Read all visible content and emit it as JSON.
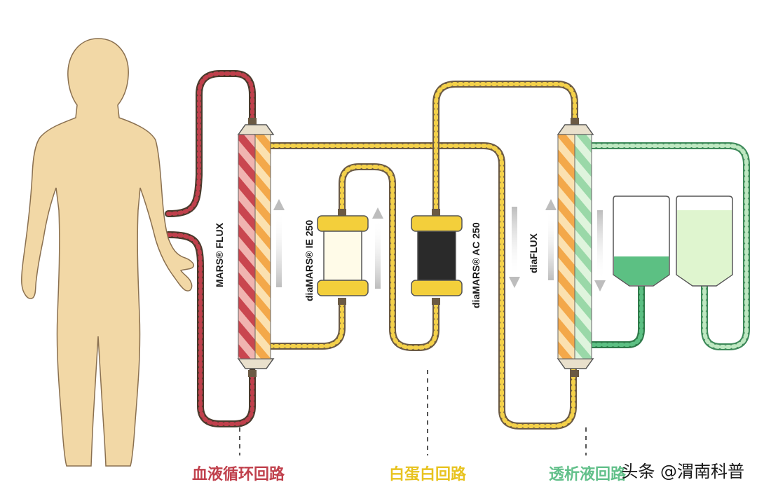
{
  "devices": {
    "mars_flux": "MARS® FLUX",
    "diamars_ie": "diaMARS® IE 250",
    "diamars_ac": "diaMARS® AC 250",
    "diaflux": "diaFLUX"
  },
  "circuits": {
    "blood": {
      "label": "血液循环回路",
      "color": "#c0404c"
    },
    "albumin": {
      "label": "白蛋白回路",
      "color": "#e8c320"
    },
    "dialysate": {
      "label": "透析液回路",
      "color": "#62c08a"
    }
  },
  "watermark": "头条 @渭南科普",
  "colors": {
    "body": "#f2d8a6",
    "tube_outline": "#6b5a44",
    "dark_column": "#2a2a2a"
  }
}
